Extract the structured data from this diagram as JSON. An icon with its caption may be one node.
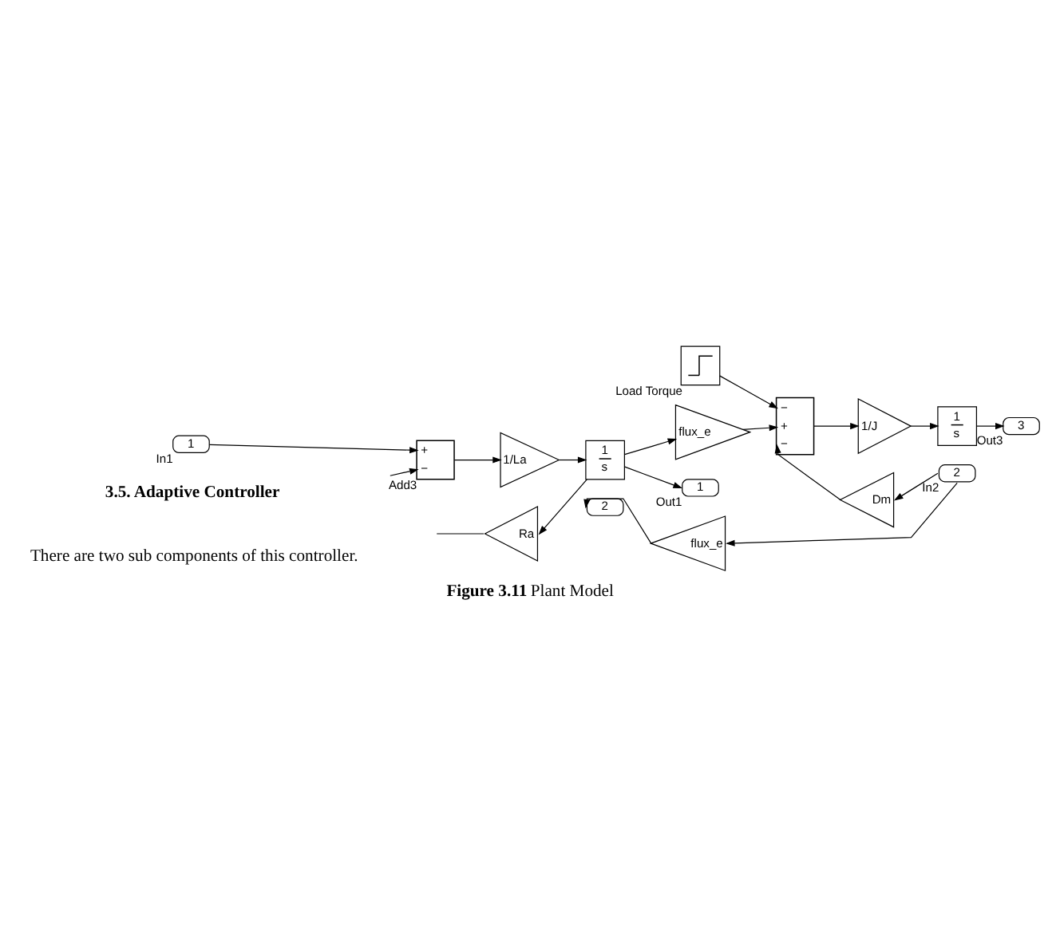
{
  "diagram": {
    "caption": "**Figure 3.11** Plant Model",
    "nodes": [
      {
        "text": [],
        "shape": "box",
        "beside": [
          "Load Torque"
        ]
      },
      {
        "text": [
          "1"
        ],
        "beside": [
          "In1"
        ]
      },
      {
        "text": [
          "+",
          "−"
        ],
        "beside": [
          "Add3"
        ]
      },
      {
        "text": [
          "1/La"
        ]
      },
      {
        "text": [
          "1",
          "s"
        ]
      },
      {
        "text": [
          "flux_e"
        ]
      },
      {
        "text": [
          "−",
          "+",
          "−"
        ]
      },
      {
        "text": [
          "1/J"
        ]
      },
      {
        "text": [
          "1",
          "s"
        ]
      },
      {
        "text": [
          "3"
        ],
        "beside": [
          "Out3"
        ]
      },
      {
        "text": [
          "Ra"
        ]
      },
      {
        "text": [
          "1"
        ],
        "beside": [
          "Out1"
        ]
      },
      {
        "text": [
          "Dm"
        ]
      },
      {
        "text": [
          "flux_e"
        ]
      },
      {
        "text": [
          "2"
        ],
        "beside": [
          "In2"
        ]
      },
      {
        "text": [
          "2"
        ]
      }
    ],
    "edges": [
      {
        "from": 1,
        "to": 2,
        "arrow": "to"
      },
      {
        "from": null,
        "to": 2,
        "arrow": "to"
      },
      {
        "from": 2,
        "to": 3,
        "arrow": "to"
      },
      {
        "from": 3,
        "to": 4,
        "arrow": "to"
      },
      {
        "from": 4,
        "to": 5,
        "arrow": "to"
      },
      {
        "from": 4,
        "to": 10,
        "arrow": "to"
      },
      {
        "from": 4,
        "to": 11,
        "arrow": "to"
      },
      {
        "from": 10,
        "to": null,
        "arrow": "none"
      },
      {
        "from": 0,
        "to": 6,
        "arrow": "to"
      },
      {
        "from": 5,
        "to": 6,
        "arrow": "to"
      },
      {
        "from": 12,
        "to": 6,
        "arrow": "to"
      },
      {
        "from": 6,
        "to": 7,
        "arrow": "to"
      },
      {
        "from": 7,
        "to": 8,
        "arrow": "to"
      },
      {
        "from": 8,
        "to": 9,
        "arrow": "to"
      },
      {
        "from": 14,
        "to": 12,
        "arrow": "to"
      },
      {
        "from": 14,
        "to": 13,
        "arrow": "to"
      },
      {
        "from": 13,
        "to": 15,
        "arrow": "to"
      }
    ],
    "labels": [
      "3.5. Adaptive Controller",
      "There are two sub components of this controller."
    ]
  }
}
